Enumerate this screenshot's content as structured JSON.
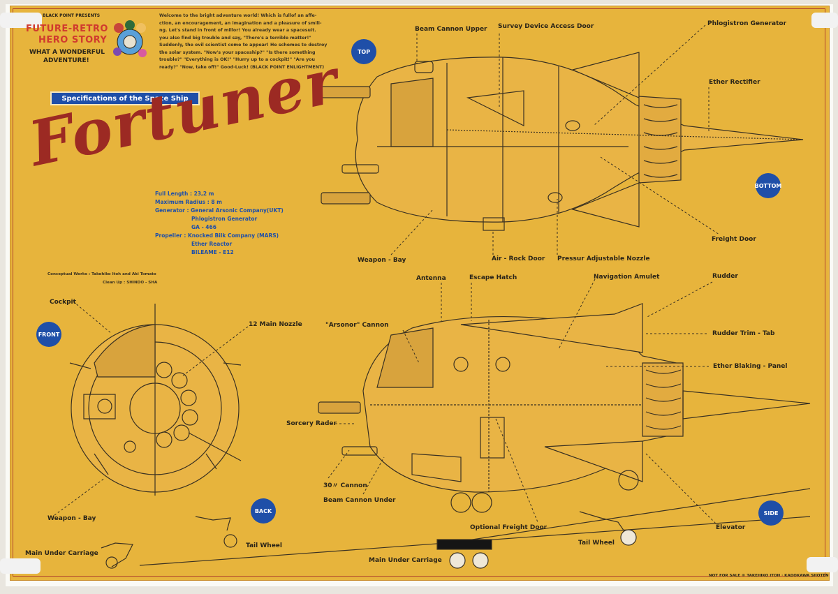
{
  "header": {
    "presents": "BLACK POINT PRESENTS",
    "logo_line1": "FUTURE-RETRO",
    "logo_line2": "HERO STORY",
    "tagline1": "WHAT A WONDERFUL",
    "tagline2": "ADVENTURE!",
    "intro": [
      "Welcome to the bright adventure world! Which is fullof an affe-",
      "ction, an encouragement, an imagination and a pleasure of smili-",
      "ng. Let's stand in front of millor! You already wear a spacesuit.",
      "you also find big trouble and say, \"There's a terrible matter!\"",
      "Suddenly, the evil scientist come to appear! He schemes to destroy",
      "the solar system. \"Now's your spaceship?\" \"Is there something",
      "trouble?\" \"Everything is OK!\" \"Hurry up to a cockpit!\" \"Are you",
      "ready?\" \"Now, take off!\" Good-Luck! (BLACK POINT ENLIGHTMENT)"
    ]
  },
  "spec": {
    "banner": "Specifications of the Space Ship",
    "name": "Fortuner",
    "rows": [
      {
        "k": "Full Length : ",
        "v": "23,2 m"
      },
      {
        "k": "Maximum Radius : ",
        "v": "8 m"
      },
      {
        "k": "Generator : ",
        "v": "General Arsonic Company(UKT)"
      },
      {
        "k": "",
        "v": "Phlogistron Generator"
      },
      {
        "k": "",
        "v": "GA - 466"
      },
      {
        "k": "Propeller : ",
        "v": "Knocked Bilk Company (MARS)"
      },
      {
        "k": "",
        "v": "Ether Reactor"
      },
      {
        "k": "",
        "v": "BILEAME - E12"
      }
    ],
    "credit1": "Conceptual Works : Takehiko Itoh and Aki Tomato",
    "credit2": "Clean Up : SHINDO - SHA"
  },
  "views": {
    "top": "TOP",
    "bottom": "BOTTOM",
    "front": "FRONT",
    "back": "BACK",
    "side": "SIDE"
  },
  "labels": {
    "beam_cannon_upper": "Beam Cannon Upper",
    "survey_door": "Survey Device Access Door",
    "phlogistron": "Phlogistron Generator",
    "ether_rectifier": "Ether Rectifier",
    "freight_door": "Freight Door",
    "weapon_bay_top": "Weapon - Bay",
    "air_rock": "Air - Rock Door",
    "pressur_nozzle": "Pressur Adjustable Nozzle",
    "antenna": "Antenna",
    "escape_hatch": "Escape Hatch",
    "navigation_amulet": "Navigation Amulet",
    "rudder": "Rudder",
    "rudder_trim": "Rudder Trim - Tab",
    "ether_blaking": "Ether Blaking - Panel",
    "arsonor": "\"Arsonor\" Cannon",
    "sorcery": "Sorcery Rader",
    "cannon30": "30〃 Cannon",
    "beam_under": "Beam Cannon Under",
    "optional_freight": "Optional Freight Door",
    "main_uc_side": "Main Under Carriage",
    "tail_wheel_side": "Tail Wheel",
    "elevator": "Elevator",
    "cockpit": "Cockpit",
    "main_nozzle": "12 Main Nozzle",
    "weapon_bay_front": "Weapon - Bay",
    "main_uc_front": "Main Under Carriage",
    "tail_wheel_front": "Tail Wheel"
  },
  "footer": "NOT FOR SALE © TAKEHIKO ITOH · KADOKAWA SHOTEN",
  "colors": {
    "paper": "#e7b43c",
    "ink": "#3a3122",
    "blue": "#1f4fa8",
    "red": "#9c2a23"
  }
}
